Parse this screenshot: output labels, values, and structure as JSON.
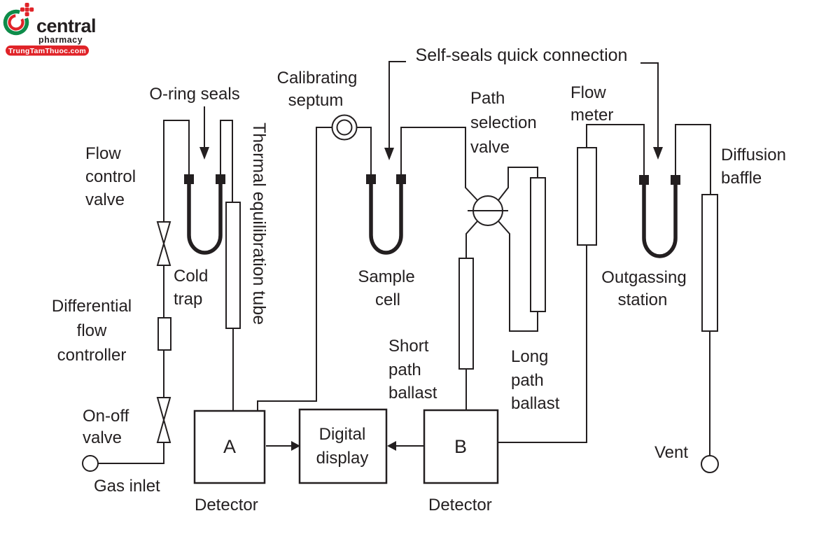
{
  "logo": {
    "brand": "central",
    "sub": "pharmacy",
    "badge": "TrungTamThuoc.com",
    "colors": {
      "green": "#0e8c4a",
      "red": "#e02328"
    }
  },
  "diagram": {
    "line_color": "#231f20",
    "labels": {
      "flow_control_valve": [
        "Flow",
        "control",
        "valve"
      ],
      "o_ring_seals": "O-ring seals",
      "cold_trap": [
        "Cold",
        "trap"
      ],
      "thermal_equilibration_tube": "Thermal equilibration tube",
      "calibrating_septum": [
        "Calibrating",
        "septum"
      ],
      "self_seals": "Self-seals quick connection",
      "path_selection_valve": [
        "Path",
        "selection",
        "valve"
      ],
      "flow_meter": [
        "Flow",
        "meter"
      ],
      "diffusion_baffle": [
        "Diffusion",
        "baffle"
      ],
      "differential_flow_controller": [
        "Differential",
        "flow",
        "controller"
      ],
      "on_off_valve": [
        "On-off",
        "valve"
      ],
      "gas_inlet": "Gas inlet",
      "sample_cell": [
        "Sample",
        "cell"
      ],
      "short_path_ballast": [
        "Short",
        "path",
        "ballast"
      ],
      "long_path_ballast": [
        "Long",
        "path",
        "ballast"
      ],
      "outgassing_station": [
        "Outgassing",
        "station"
      ],
      "vent": "Vent",
      "detector_a": "A",
      "detector_b": "B",
      "digital_display": [
        "Digital",
        "display"
      ],
      "detector": "Detector"
    }
  }
}
